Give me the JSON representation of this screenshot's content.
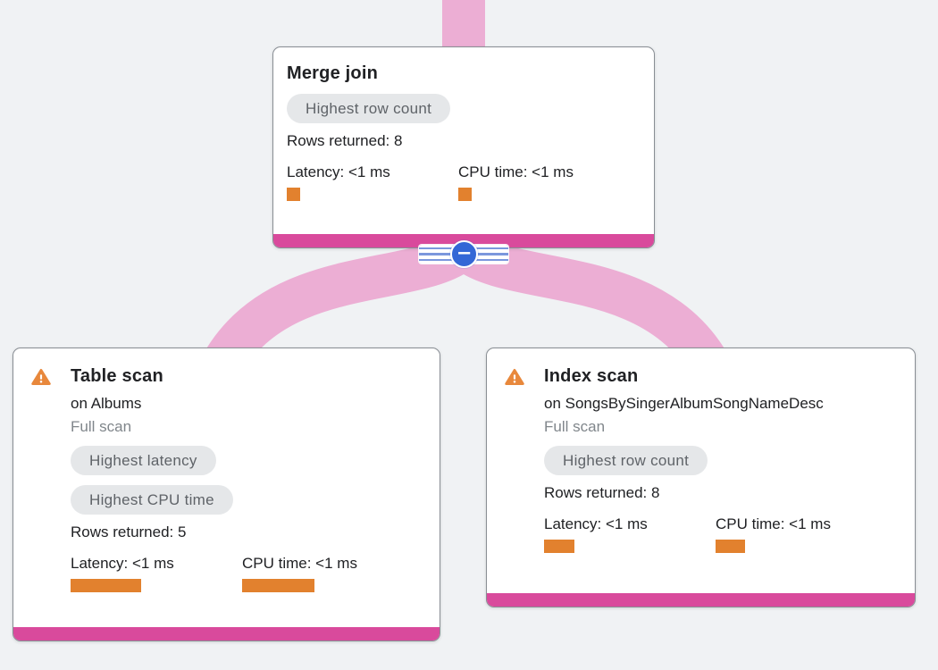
{
  "colors": {
    "background": "#f0f2f4",
    "edge_pink": "#ecaed4",
    "accent_magenta": "#d94a9c",
    "metric_orange": "#e2812e",
    "warning_orange": "#e8883c",
    "badge_bg": "#e5e7e9",
    "badge_text": "#5f6368",
    "collapse_blue": "#3367d6",
    "muted_text": "#80868b",
    "text": "#202124"
  },
  "icons": {
    "warning": "warning-triangle-icon",
    "collapse": "collapse-minus-icon"
  },
  "collapse_button": {
    "symbol": "−"
  },
  "nodes": {
    "merge_join": {
      "title": "Merge join",
      "badges": [
        "Highest row count"
      ],
      "rows_returned": "Rows returned: 8",
      "latency": {
        "label": "Latency: <1 ms",
        "bar_style": "width:15px"
      },
      "cpu": {
        "label": "CPU time: <1 ms",
        "bar_style": "width:15px"
      }
    },
    "table_scan": {
      "title": "Table scan",
      "subtitle": "on Albums",
      "scan_type": "Full scan",
      "badges": [
        "Highest latency",
        "Highest CPU time"
      ],
      "rows_returned": "Rows returned: 5",
      "latency": {
        "label": "Latency: <1 ms",
        "bar_style": "width:79px"
      },
      "cpu": {
        "label": "CPU time: <1 ms",
        "bar_style": "width:81px"
      }
    },
    "index_scan": {
      "title": "Index scan",
      "subtitle": "on SongsBySingerAlbumSongNameDesc",
      "scan_type": "Full scan",
      "badges": [
        "Highest row count"
      ],
      "rows_returned": "Rows returned: 8",
      "latency": {
        "label": "Latency: <1 ms",
        "bar_style": "width:34px"
      },
      "cpu": {
        "label": "CPU time: <1 ms",
        "bar_style": "width:33px"
      }
    }
  }
}
